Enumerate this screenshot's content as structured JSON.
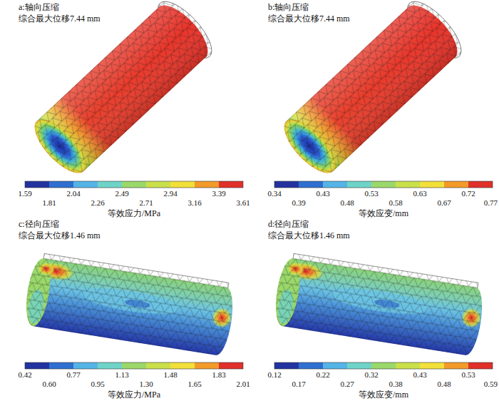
{
  "diagram": {
    "labels": [
      "a:轴向压缩",
      "综合最大位移7.44 mm",
      "1.59",
      "1.81",
      "2.04",
      "2.26",
      "2.49",
      "2.71",
      "2.94",
      "3.16",
      "3.39",
      "3.61",
      "等效应力/MPa",
      "b:轴向压缩",
      "综合最大位移7.44 mm",
      "0.34",
      "0.39",
      "0.43",
      "0.48",
      "0.53",
      "0.58",
      "0.63",
      "0.67",
      "0.72",
      "0.77",
      "等效应变/mm",
      "c:径向压缩",
      "综合最大位移1.46 mm",
      "0.42",
      "0.60",
      "0.77",
      "0.95",
      "1.13",
      "1.30",
      "1.48",
      "1.65",
      "1.83",
      "2.01",
      "等效应力/MPa",
      "d:径向压缩",
      "综合最大位移1.46 mm",
      "0.12",
      "0.17",
      "0.22",
      "0.27",
      "0.32",
      "0.38",
      "0.43",
      "0.48",
      "0.53",
      "0.59",
      "等效应变/mm"
    ]
  }
}
